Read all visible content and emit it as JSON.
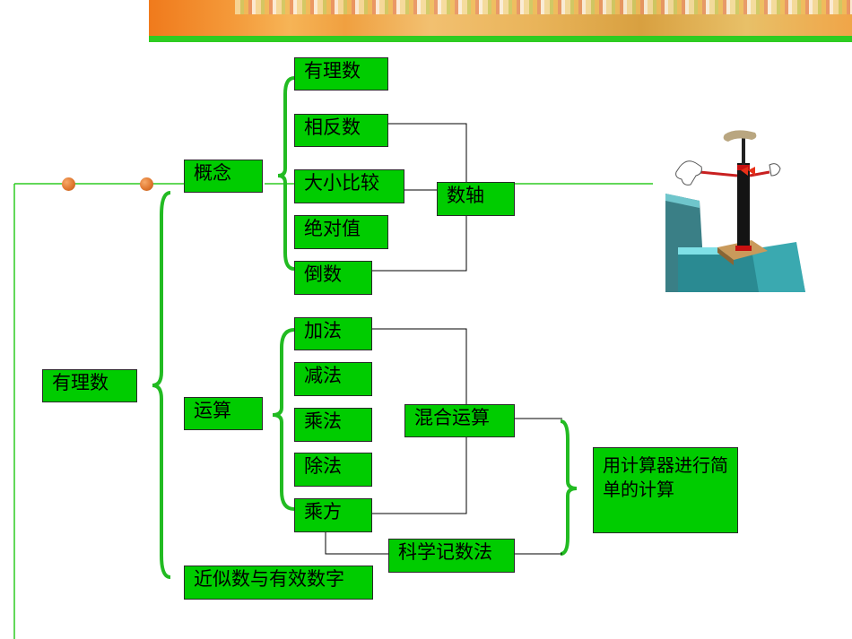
{
  "diagram": {
    "root": "有理数",
    "concept": {
      "label": "概念",
      "items": [
        "有理数",
        "相反数",
        "大小比较",
        "绝对值",
        "倒数"
      ],
      "number_line": "数轴"
    },
    "operations": {
      "label": "运算",
      "items": [
        "加法",
        "减法",
        "乘法",
        "除法",
        "乘方"
      ],
      "mixed": "混合运算",
      "scientific_notation": "科学记数法",
      "calculator": "用计算器进行简单的计算"
    },
    "approximation": "近似数与有效数字"
  },
  "colors": {
    "box_fill": "#00cc00",
    "brace": "#22bb22",
    "connector": "#000000",
    "banner_orange": "#f07a1c",
    "banner_stripe": "#2ecc22",
    "dot": "#e07830"
  },
  "icons": [
    "pump-clipart"
  ]
}
